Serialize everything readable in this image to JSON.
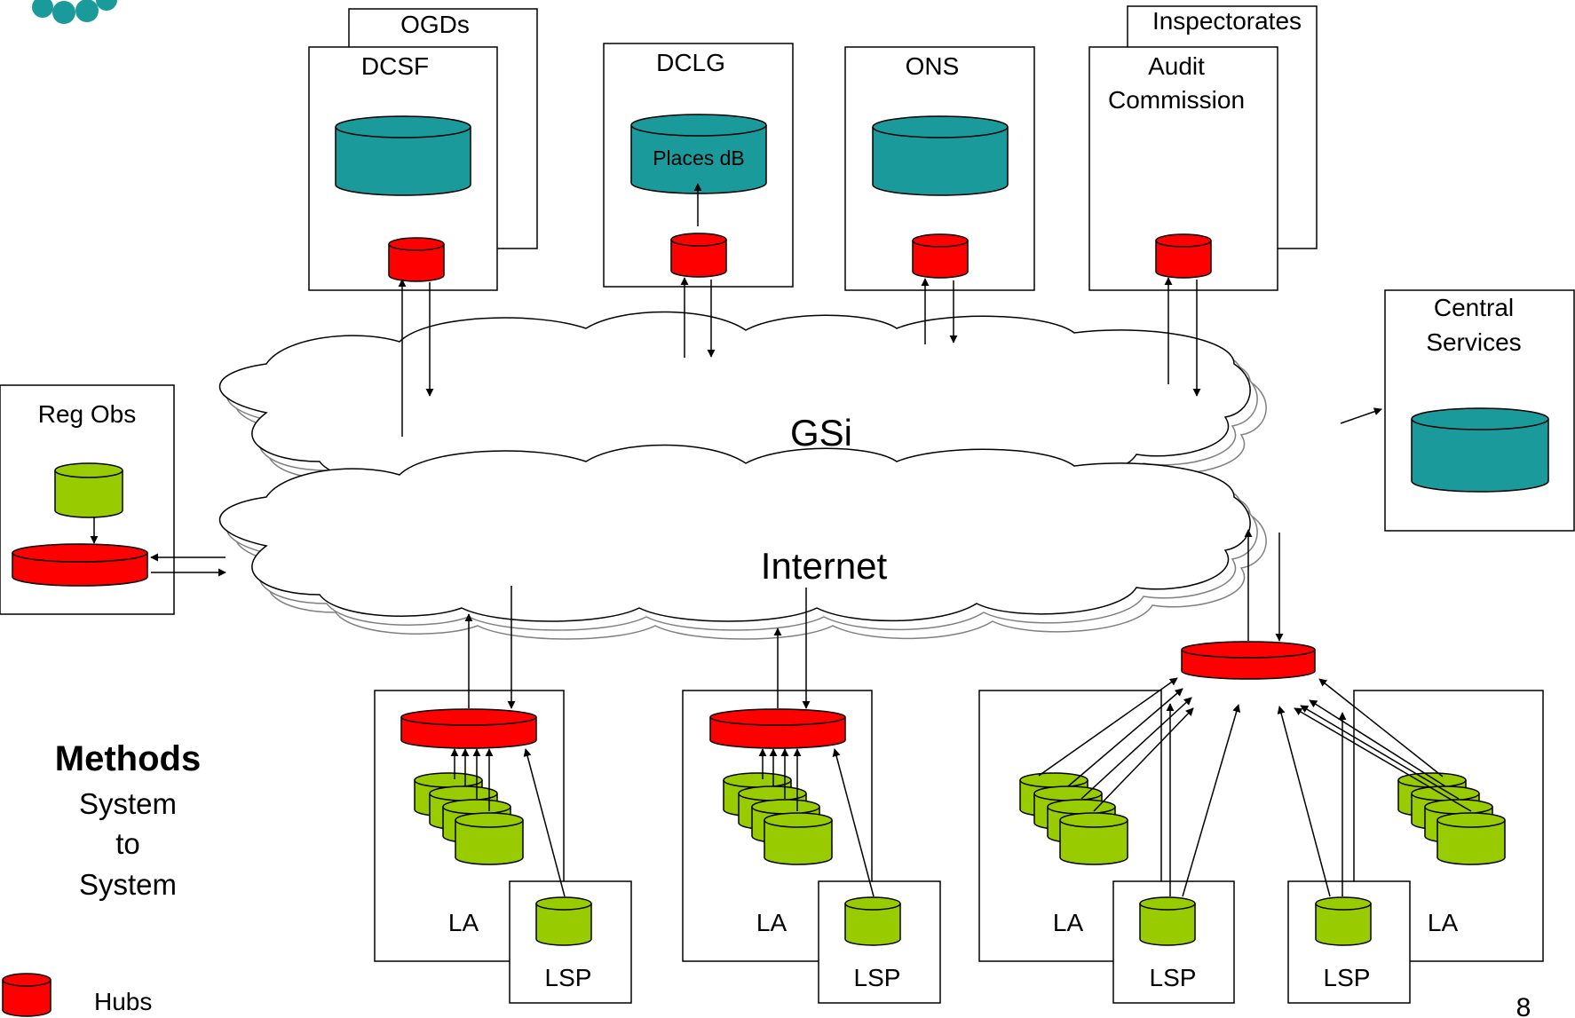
{
  "colors": {
    "hub": "#ff0000",
    "central_db": "#1a9a9a",
    "local_db": "#99cc00",
    "outline": "#000000",
    "cloud_line": "#808080"
  },
  "orgs": {
    "ogds": "OGDs",
    "dcsf": "DCSF",
    "dclg": "DCLG",
    "places_db": "Places dB",
    "ons": "ONS",
    "inspectorates": "Inspectorates",
    "audit_line1": "Audit",
    "audit_line2": "Commission",
    "central_line1": "Central",
    "central_line2": "Services",
    "reg_obs": "Reg Obs"
  },
  "networks": {
    "gsi": "GSi",
    "internet": "Internet"
  },
  "local": {
    "la": "LA",
    "lsp": "LSP"
  },
  "legend": {
    "methods": "Methods",
    "line1": "System",
    "line2": "to",
    "line3": "System",
    "hubs": "Hubs"
  },
  "page_number": "8"
}
